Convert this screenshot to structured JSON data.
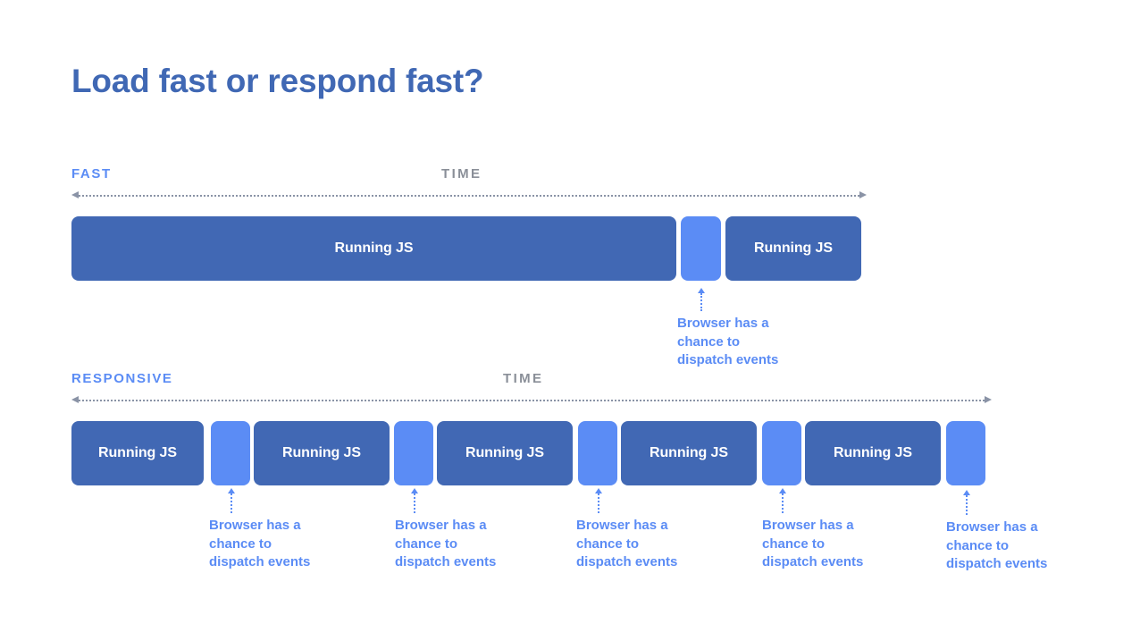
{
  "slide": {
    "title": "Load fast or respond fast?",
    "background_color": "#ffffff",
    "colors": {
      "title": "#4068b4",
      "busy_block": "#4168b4",
      "idle_block": "#5b8cf5",
      "accent_blue": "#5b8cf5",
      "axis_gray": "#8a93a6",
      "time_label_gray": "#8a8f98",
      "block_text": "#ffffff"
    }
  },
  "sections": [
    {
      "id": "fast",
      "row_label": "FAST",
      "time_label": "TIME",
      "axis": {
        "arrow_left": true,
        "arrow_right": true,
        "style": "dotted"
      },
      "blocks": [
        {
          "kind": "busy",
          "label": "Running JS"
        },
        {
          "kind": "idle",
          "label": ""
        },
        {
          "kind": "busy",
          "label": "Running JS"
        }
      ],
      "callouts": [
        {
          "text": "Browser has a\nchance to\ndispatch events"
        }
      ]
    },
    {
      "id": "responsive",
      "row_label": "RESPONSIVE",
      "time_label": "TIME",
      "axis": {
        "arrow_left": true,
        "arrow_right": true,
        "style": "dotted"
      },
      "blocks": [
        {
          "kind": "busy",
          "label": "Running JS"
        },
        {
          "kind": "idle",
          "label": ""
        },
        {
          "kind": "busy",
          "label": "Running JS"
        },
        {
          "kind": "idle",
          "label": ""
        },
        {
          "kind": "busy",
          "label": "Running JS"
        },
        {
          "kind": "idle",
          "label": ""
        },
        {
          "kind": "busy",
          "label": "Running JS"
        },
        {
          "kind": "idle",
          "label": ""
        },
        {
          "kind": "busy",
          "label": "Running JS"
        },
        {
          "kind": "idle",
          "label": ""
        }
      ],
      "callouts": [
        {
          "text": "Browser has a\nchance to\ndispatch events"
        },
        {
          "text": "Browser has a\nchance to\ndispatch events"
        },
        {
          "text": "Browser has a\nchance to\ndispatch events"
        },
        {
          "text": "Browser has a\nchance to\ndispatch events"
        },
        {
          "text": "Browser has a\nchance to\ndispatch events"
        }
      ]
    }
  ]
}
